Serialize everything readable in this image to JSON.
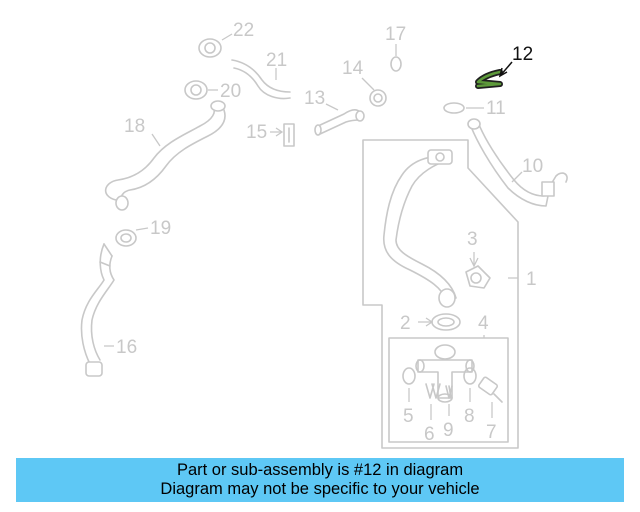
{
  "colors": {
    "banner_bg": "#5ec8f5",
    "part_stroke": "#c8c8c8",
    "highlight": "#5d9a3a"
  },
  "callouts": {
    "c1": "1",
    "c2": "2",
    "c3": "3",
    "c4": "4",
    "c5": "5",
    "c6": "6",
    "c7": "7",
    "c8": "8",
    "c9": "9",
    "c10": "10",
    "c11": "11",
    "c12": "12",
    "c13": "13",
    "c14": "14",
    "c15": "15",
    "c16": "16",
    "c17": "17",
    "c18": "18",
    "c19": "19",
    "c20": "20",
    "c21": "21",
    "c22": "22"
  },
  "highlighted_part": "12",
  "banner": {
    "line1": "Part or sub-assembly is #12 in diagram",
    "line2": "Diagram may not be specific to your vehicle"
  }
}
